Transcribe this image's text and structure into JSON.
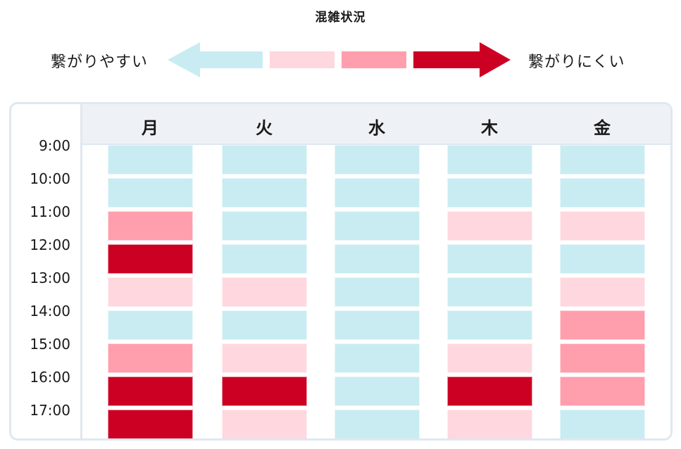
{
  "title": "混雑状況",
  "legend": {
    "left_label": "繋がりやすい",
    "right_label": "繋がりにくい",
    "levels": [
      {
        "level": 0,
        "color": "#c8ecf2"
      },
      {
        "level": 1,
        "color": "#ffd7de"
      },
      {
        "level": 2,
        "color": "#ff9fad"
      },
      {
        "level": 3,
        "color": "#cc0022"
      }
    ]
  },
  "table": {
    "days": [
      "月",
      "火",
      "水",
      "木",
      "金"
    ],
    "times": [
      "9:00",
      "10:00",
      "11:00",
      "12:00",
      "13:00",
      "14:00",
      "15:00",
      "16:00",
      "17:00"
    ]
  },
  "chart_data": {
    "type": "heatmap",
    "title": "混雑状況",
    "x": [
      "月",
      "火",
      "水",
      "木",
      "金"
    ],
    "y": [
      "9:00",
      "10:00",
      "11:00",
      "12:00",
      "13:00",
      "14:00",
      "15:00",
      "16:00",
      "17:00"
    ],
    "legend": {
      "low": "繋がりやすい",
      "high": "繋がりにくい",
      "scale": [
        0,
        1,
        2,
        3
      ]
    },
    "series": [
      {
        "name": "月",
        "values": [
          0,
          0,
          2,
          3,
          1,
          0,
          2,
          3,
          3
        ]
      },
      {
        "name": "火",
        "values": [
          0,
          0,
          0,
          0,
          1,
          0,
          1,
          3,
          1
        ]
      },
      {
        "name": "水",
        "values": [
          0,
          0,
          0,
          0,
          0,
          0,
          0,
          0,
          0
        ]
      },
      {
        "name": "木",
        "values": [
          0,
          0,
          1,
          0,
          0,
          0,
          1,
          3,
          1
        ]
      },
      {
        "name": "金",
        "values": [
          0,
          0,
          1,
          0,
          1,
          2,
          2,
          2,
          0
        ]
      }
    ]
  }
}
